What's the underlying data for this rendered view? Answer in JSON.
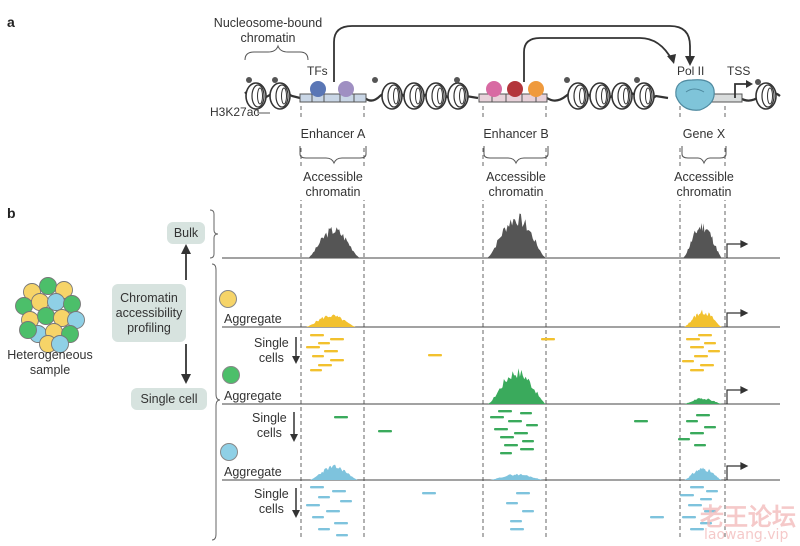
{
  "panel_a": {
    "letter": "a",
    "nucleosome_label": [
      "Nucleosome-bound",
      "chromatin"
    ],
    "h3k27ac": "H3K27ac",
    "tfs": "TFs",
    "pol2": "Pol II",
    "tss": "TSS",
    "enhancer_a": "Enhancer A",
    "enhancer_b": "Enhancer B",
    "gene_x": "Gene X",
    "accessible_a": [
      "Accessible",
      "chromatin"
    ],
    "accessible_b": [
      "Accessible",
      "chromatin"
    ],
    "accessible_x": [
      "Accessible",
      "chromatin"
    ]
  },
  "panel_b": {
    "letter": "b",
    "bulk": "Bulk",
    "profiling": [
      "Chromatin",
      "accessibility",
      "profiling"
    ],
    "single_cell": "Single cell",
    "sample": [
      "Heterogeneous",
      "sample"
    ],
    "aggregate_yellow": "Aggregate",
    "aggregate_green": "Aggregate",
    "aggregate_blue": "Aggregate",
    "single_cells_yellow": [
      "Single",
      "cells"
    ],
    "single_cells_green": [
      "Single",
      "cells"
    ],
    "single_cells_blue": [
      "Single",
      "cells"
    ]
  },
  "colors": {
    "bulk": "#555555",
    "yellow": "#f2c12e",
    "green": "#3aaa5c",
    "blue": "#7ec3dd",
    "dna": "#3a3a3a",
    "pol2": "#7fc4d9",
    "box": "#d7e3df"
  },
  "watermark": {
    "title": "老王论坛",
    "url": "laowang.vip"
  }
}
